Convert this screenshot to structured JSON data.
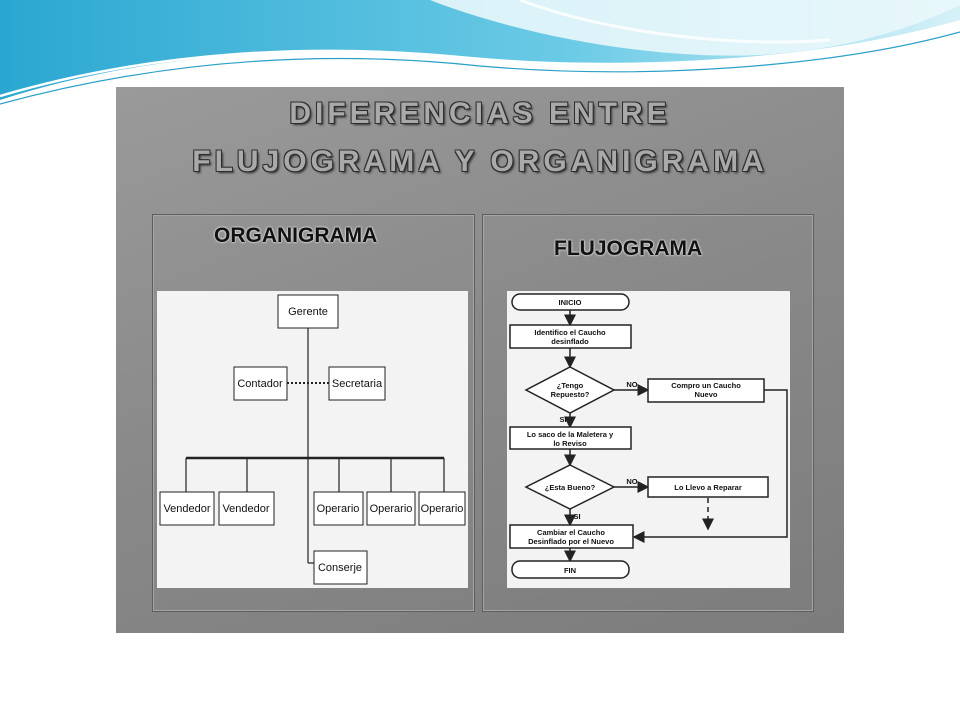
{
  "slide": {
    "title_line1": "DIFERENCIAS ENTRE",
    "title_line2": "FLUJOGRAMA Y ORGANIGRAMA"
  },
  "organigrama": {
    "heading": "ORGANIGRAMA",
    "gerente": "Gerente",
    "contador": "Contador",
    "secretaria": "Secretaria",
    "vendedor_1": "Vendedor",
    "vendedor_2": "Vendedor",
    "operario_1": "Operario",
    "operario_2": "Operario",
    "operario_3": "Operario",
    "conserje": "Conserje"
  },
  "flujograma": {
    "heading": "FLUJOGRAMA",
    "inicio": "INICIO",
    "step1_l1": "Identifico el Caucho",
    "step1_l2": "desinflado",
    "dec1_l1": "¿Tengo",
    "dec1_l2": "Repuesto?",
    "dec1_no": "NO",
    "dec1_si": "SI",
    "buy_l1": "Compro un Caucho",
    "buy_l2": "Nuevo",
    "step2_l1": "Lo saco de la Maletera y",
    "step2_l2": "lo Reviso",
    "dec2": "¿Esta Bueno?",
    "dec2_no": "NO",
    "dec2_si": "SI",
    "repair": "Lo Llevo a Reparar",
    "change_l1": "Cambiar el Caucho",
    "change_l2": "Desinflado por el Nuevo",
    "fin": "FIN"
  },
  "colors": {
    "wave_blue": "#3fb6d9",
    "wave_light": "#bde8f3",
    "slide_gray": "#8a8a8a",
    "diagram_bg": "#f3f3f3"
  }
}
